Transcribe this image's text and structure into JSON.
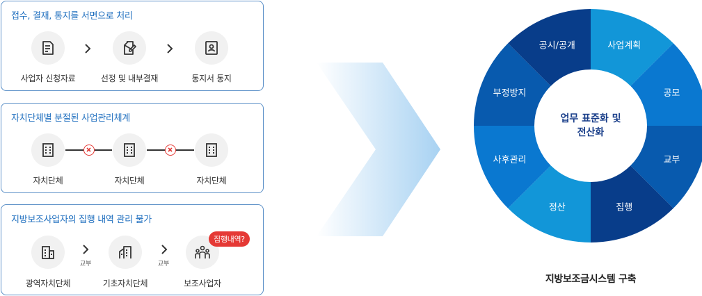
{
  "panel1": {
    "title": "접수, 결재, 통지를 서면으로 처리",
    "steps": [
      "사업자 신청자료",
      "선정 및 내부결재",
      "통지서 통지"
    ]
  },
  "panel2": {
    "title": "자치단체별 분절된 사업관리체계",
    "nodes": [
      "자치단체",
      "자치단체",
      "자치단체"
    ]
  },
  "panel3": {
    "title": "지방보조사업자의 집행 내역 관리 불가",
    "nodes": [
      "광역자치단체",
      "기초자치단체",
      "보조사업자"
    ],
    "arrow_label_1": "교부",
    "arrow_label_2": "교부",
    "badge": "집행내역?"
  },
  "wheel": {
    "center_line1": "업무 표준화 및",
    "center_line2": "전산화",
    "segments": [
      {
        "label": "사업계획",
        "color": "#1296d8"
      },
      {
        "label": "공모",
        "color": "#0a78d0"
      },
      {
        "label": "교부",
        "color": "#085aae"
      },
      {
        "label": "집행",
        "color": "#083d8a"
      },
      {
        "label": "정산",
        "color": "#1296d8"
      },
      {
        "label": "사후관리",
        "color": "#0a78d0"
      },
      {
        "label": "부정방지",
        "color": "#085aae"
      },
      {
        "label": "공시/공개",
        "color": "#083d8a"
      }
    ],
    "caption": "지방보조금시스템 구축"
  }
}
